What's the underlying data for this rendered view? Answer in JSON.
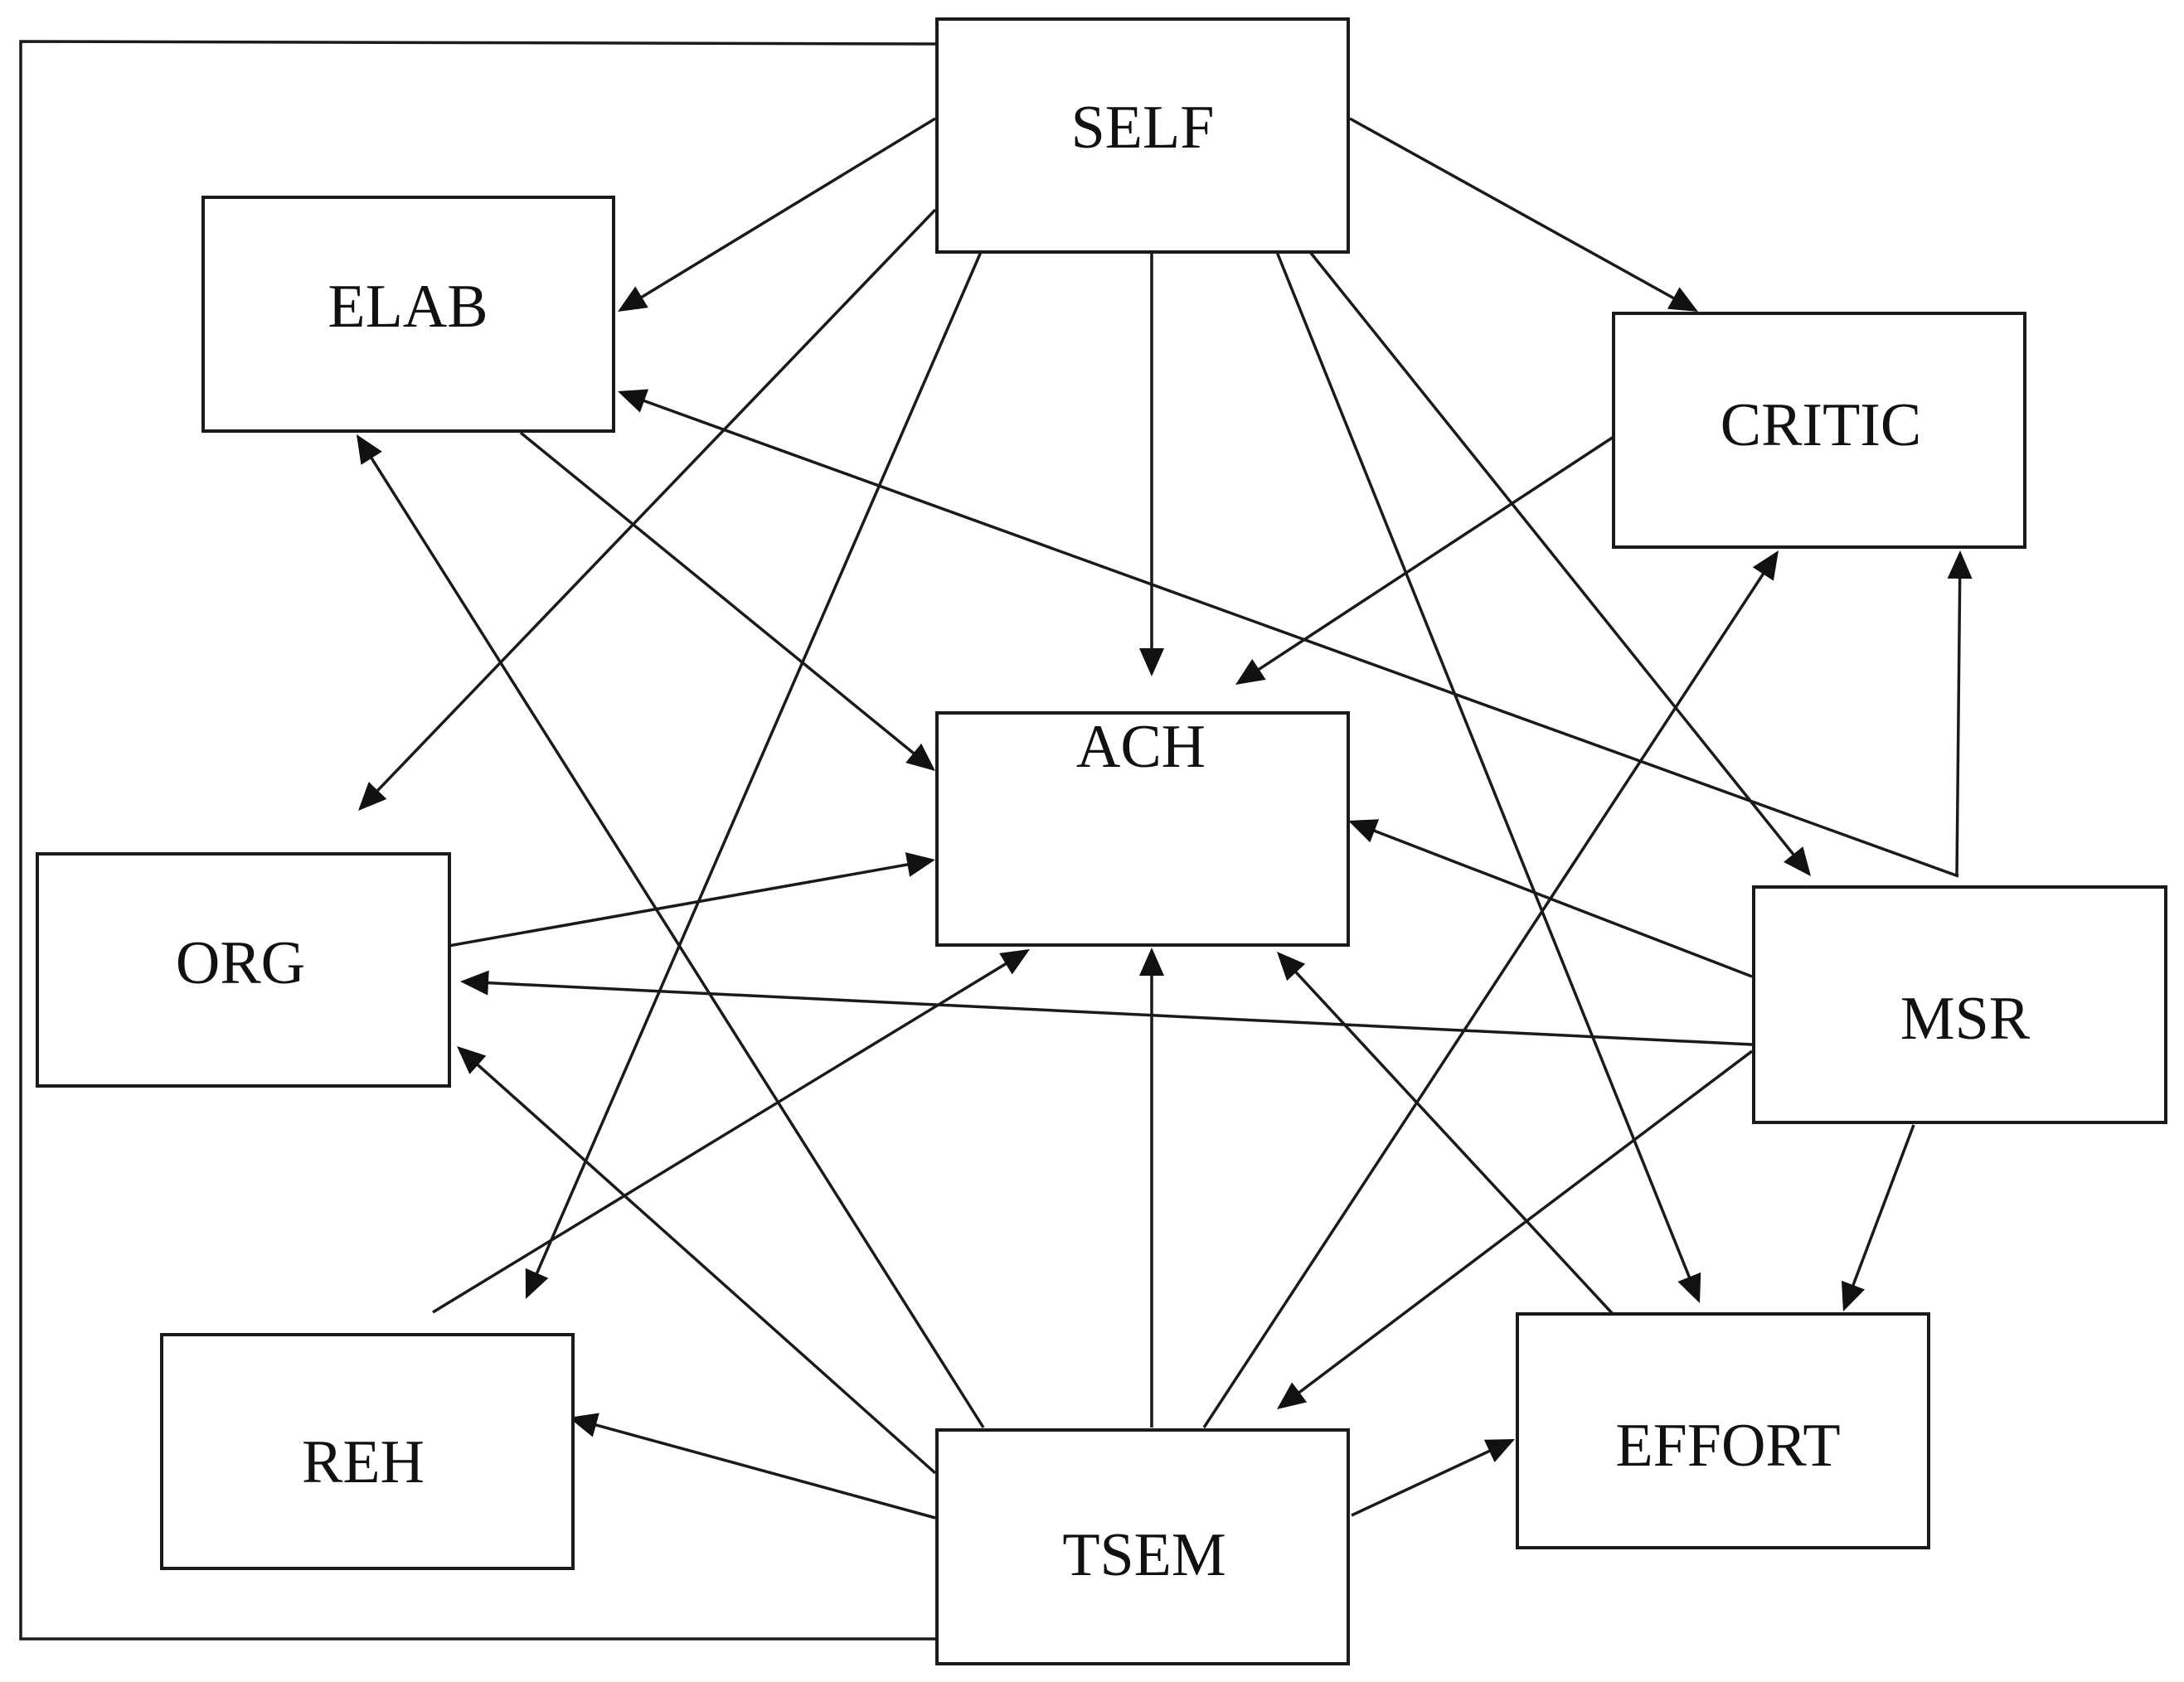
{
  "diagram": {
    "nodes": [
      {
        "id": "SELF",
        "label": "SELF"
      },
      {
        "id": "ELAB",
        "label": "ELAB"
      },
      {
        "id": "CRITIC",
        "label": "CRITIC"
      },
      {
        "id": "ACH",
        "label": "ACH"
      },
      {
        "id": "ORG",
        "label": "ORG"
      },
      {
        "id": "MSR",
        "label": "MSR"
      },
      {
        "id": "REH",
        "label": "REH"
      },
      {
        "id": "EFFORT",
        "label": "EFFORT"
      },
      {
        "id": "TSEM",
        "label": "TSEM"
      }
    ],
    "edges": [
      {
        "from": "SELF",
        "to": "ELAB"
      },
      {
        "from": "SELF",
        "to": "ORG"
      },
      {
        "from": "SELF",
        "to": "REH"
      },
      {
        "from": "SELF",
        "to": "ACH"
      },
      {
        "from": "SELF",
        "to": "CRITIC"
      },
      {
        "from": "SELF",
        "to": "MSR"
      },
      {
        "from": "SELF",
        "to": "EFFORT"
      },
      {
        "from": "SELF",
        "to": "TSEM"
      },
      {
        "from": "ELAB",
        "to": "ACH"
      },
      {
        "from": "CRITIC",
        "to": "ACH"
      },
      {
        "from": "ORG",
        "to": "ACH"
      },
      {
        "from": "REH",
        "to": "ACH"
      },
      {
        "from": "MSR",
        "to": "ACH"
      },
      {
        "from": "MSR",
        "to": "ELAB"
      },
      {
        "from": "MSR",
        "to": "CRITIC"
      },
      {
        "from": "MSR",
        "to": "ORG"
      },
      {
        "from": "MSR",
        "to": "TSEM"
      },
      {
        "from": "MSR",
        "to": "EFFORT"
      },
      {
        "from": "TSEM",
        "to": "ACH"
      },
      {
        "from": "TSEM",
        "to": "ELAB"
      },
      {
        "from": "TSEM",
        "to": "ORG"
      },
      {
        "from": "TSEM",
        "to": "REH"
      },
      {
        "from": "TSEM",
        "to": "CRITIC"
      },
      {
        "from": "TSEM",
        "to": "EFFORT"
      },
      {
        "from": "EFFORT",
        "to": "ACH"
      }
    ]
  }
}
